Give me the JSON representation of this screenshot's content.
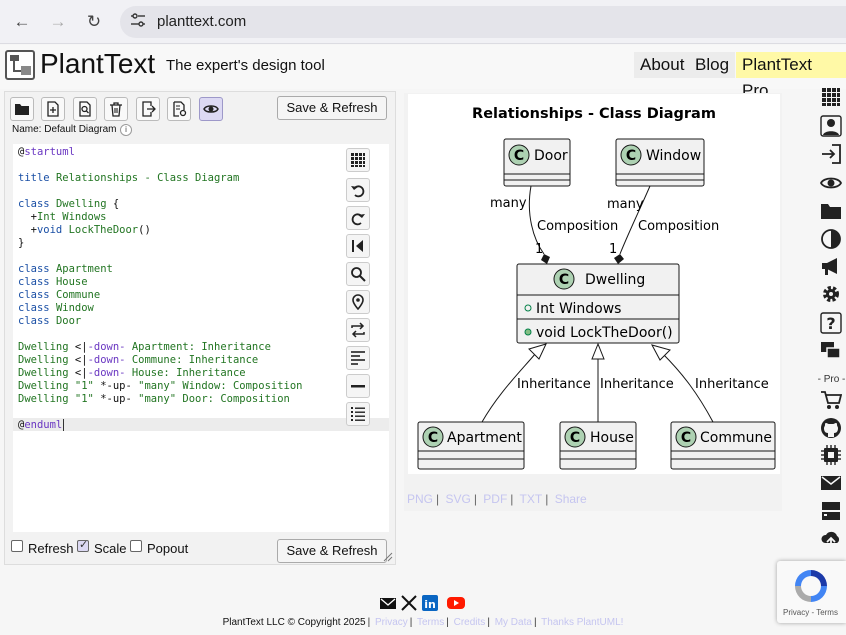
{
  "browser": {
    "url": "planttext.com",
    "back_icon": "arrow-left-icon",
    "forward_icon": "arrow-right-icon",
    "reload_icon": "reload-icon"
  },
  "header": {
    "title": "PlantText",
    "tagline": "The expert's design tool",
    "links": [
      "About",
      "Blog",
      "PlantText Pro"
    ]
  },
  "editor": {
    "save_label": "Save & Refresh",
    "diagram_name": "Name: Default Diagram",
    "info": "i",
    "code_lines": [
      [
        {
          "t": "@",
          "c": "k-at"
        },
        {
          "t": "startuml",
          "c": "k-dir"
        }
      ],
      [],
      [
        {
          "t": "title ",
          "c": "k-kw"
        },
        {
          "t": "Relationships - Class Diagram",
          "c": "k-id"
        }
      ],
      [],
      [
        {
          "t": "class ",
          "c": "k-kw"
        },
        {
          "t": "Dwelling",
          "c": "k-id"
        },
        {
          "t": " {",
          "c": "k-def"
        }
      ],
      [
        {
          "t": "  +",
          "c": "k-def"
        },
        {
          "t": "Int Windows",
          "c": "k-id"
        }
      ],
      [
        {
          "t": "  +",
          "c": "k-def"
        },
        {
          "t": "void ",
          "c": "k-kw"
        },
        {
          "t": "LockTheDoor",
          "c": "k-id"
        },
        {
          "t": "()",
          "c": "k-def"
        }
      ],
      [
        {
          "t": "}",
          "c": "k-def"
        }
      ],
      [],
      [
        {
          "t": "class ",
          "c": "k-kw"
        },
        {
          "t": "Apartment",
          "c": "k-id"
        }
      ],
      [
        {
          "t": "class ",
          "c": "k-kw"
        },
        {
          "t": "House",
          "c": "k-id"
        }
      ],
      [
        {
          "t": "class ",
          "c": "k-kw"
        },
        {
          "t": "Commune",
          "c": "k-id"
        }
      ],
      [
        {
          "t": "class ",
          "c": "k-kw"
        },
        {
          "t": "Window",
          "c": "k-id"
        }
      ],
      [
        {
          "t": "class ",
          "c": "k-kw"
        },
        {
          "t": "Door",
          "c": "k-id"
        }
      ],
      [],
      [
        {
          "t": "Dwelling ",
          "c": "k-id"
        },
        {
          "t": "<|",
          "c": "k-def"
        },
        {
          "t": "-down-",
          "c": "k-dir"
        },
        {
          "t": " Apartment: ",
          "c": "k-id"
        },
        {
          "t": "Inheritance",
          "c": "k-id"
        }
      ],
      [
        {
          "t": "Dwelling ",
          "c": "k-id"
        },
        {
          "t": "<|",
          "c": "k-def"
        },
        {
          "t": "-down-",
          "c": "k-dir"
        },
        {
          "t": " Commune: ",
          "c": "k-id"
        },
        {
          "t": "Inheritance",
          "c": "k-id"
        }
      ],
      [
        {
          "t": "Dwelling ",
          "c": "k-id"
        },
        {
          "t": "<|",
          "c": "k-def"
        },
        {
          "t": "-down-",
          "c": "k-dir"
        },
        {
          "t": " House: ",
          "c": "k-id"
        },
        {
          "t": "Inheritance",
          "c": "k-id"
        }
      ],
      [
        {
          "t": "Dwelling ",
          "c": "k-id"
        },
        {
          "t": "\"1\" ",
          "c": "k-id"
        },
        {
          "t": "*-up-",
          "c": "k-def"
        },
        {
          "t": " \"many\" ",
          "c": "k-id"
        },
        {
          "t": "Window: Composition",
          "c": "k-id"
        }
      ],
      [
        {
          "t": "Dwelling ",
          "c": "k-id"
        },
        {
          "t": "\"1\" ",
          "c": "k-id"
        },
        {
          "t": "*-up-",
          "c": "k-def"
        },
        {
          "t": " \"many\" ",
          "c": "k-id"
        },
        {
          "t": "Door: Composition",
          "c": "k-id"
        }
      ],
      [],
      [
        {
          "t": "@",
          "c": "k-at"
        },
        {
          "t": "enduml",
          "c": "k-dir"
        }
      ]
    ],
    "options": {
      "refresh": {
        "label": "Refresh",
        "checked": false
      },
      "scale": {
        "label": "Scale",
        "checked": true
      },
      "popout": {
        "label": "Popout",
        "checked": false
      }
    }
  },
  "diagram": {
    "title": "Relationships - Class Diagram",
    "stereotype": "C",
    "classes": {
      "door": "Door",
      "window": "Window",
      "dwelling": "Dwelling",
      "apartment": "Apartment",
      "house": "House",
      "commune": "Commune"
    },
    "members": [
      "Int Windows",
      "void LockTheDoor()"
    ],
    "labels": {
      "many": "many",
      "composition": "Composition",
      "one": "1",
      "inheritance": "Inheritance"
    },
    "colors": {
      "class_fill": "#f1f1f1",
      "class_border": "#181818",
      "stereotype_fill": "#add1b2"
    }
  },
  "export": {
    "png": "PNG",
    "svg": "SVG",
    "pdf": "PDF",
    "txt": "TXT",
    "share": "Share"
  },
  "right_bar": {
    "pro_label": "- Pro -"
  },
  "footer": {
    "copyright": "PlantText LLC © Copyright 2025",
    "links": [
      "Privacy",
      "Terms",
      "Credits",
      "My Data",
      "Thanks PlantUML!"
    ]
  },
  "recaptcha": {
    "terms": "Privacy - Terms"
  }
}
